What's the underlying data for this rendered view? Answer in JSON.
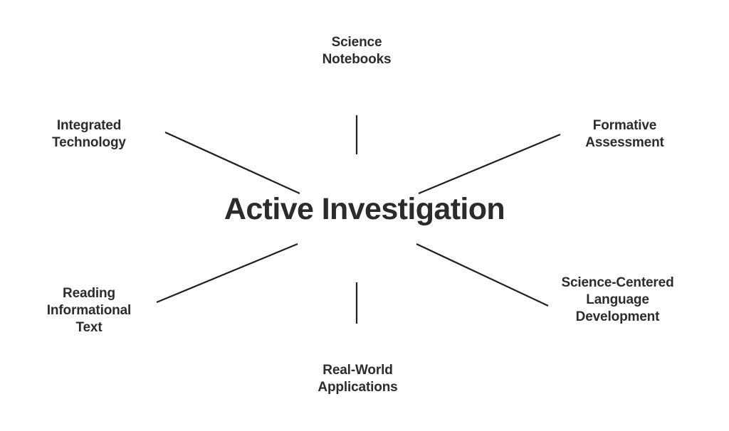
{
  "diagram": {
    "title": "Active Investigation",
    "center": {
      "label": "Active Investigation",
      "color": "#2b2b2b"
    },
    "line_color": "#1f1f1f",
    "background_color": "#ffffff",
    "label_color": "#2c2c2c",
    "nodes": [
      {
        "id": "science-notebooks",
        "lines": [
          "Science",
          "Notebooks"
        ],
        "position": "top",
        "connector": "vertical"
      },
      {
        "id": "integrated-technology",
        "lines": [
          "Integrated",
          "Technology"
        ],
        "position": "upper-left",
        "connector": "diagonal"
      },
      {
        "id": "formative-assessment",
        "lines": [
          "Formative",
          "Assessment"
        ],
        "position": "upper-right",
        "connector": "diagonal"
      },
      {
        "id": "reading-informational-text",
        "lines": [
          "Reading",
          "Informational",
          "Text"
        ],
        "position": "lower-left",
        "connector": "diagonal"
      },
      {
        "id": "science-centered-language-development",
        "lines": [
          "Science-Centered",
          "Language",
          "Development"
        ],
        "position": "lower-right",
        "connector": "diagonal"
      },
      {
        "id": "real-world-applications",
        "lines": [
          "Real-World",
          "Applications"
        ],
        "position": "bottom",
        "connector": "vertical"
      }
    ]
  },
  "chart_data": {
    "type": "diagram",
    "layout": "radial-hub-and-spoke",
    "title": "Active Investigation",
    "hub": "Active Investigation",
    "spokes": [
      "Science Notebooks",
      "Integrated Technology",
      "Formative Assessment",
      "Reading Informational Text",
      "Science-Centered Language Development",
      "Real-World Applications"
    ],
    "spoke_count": 6
  }
}
